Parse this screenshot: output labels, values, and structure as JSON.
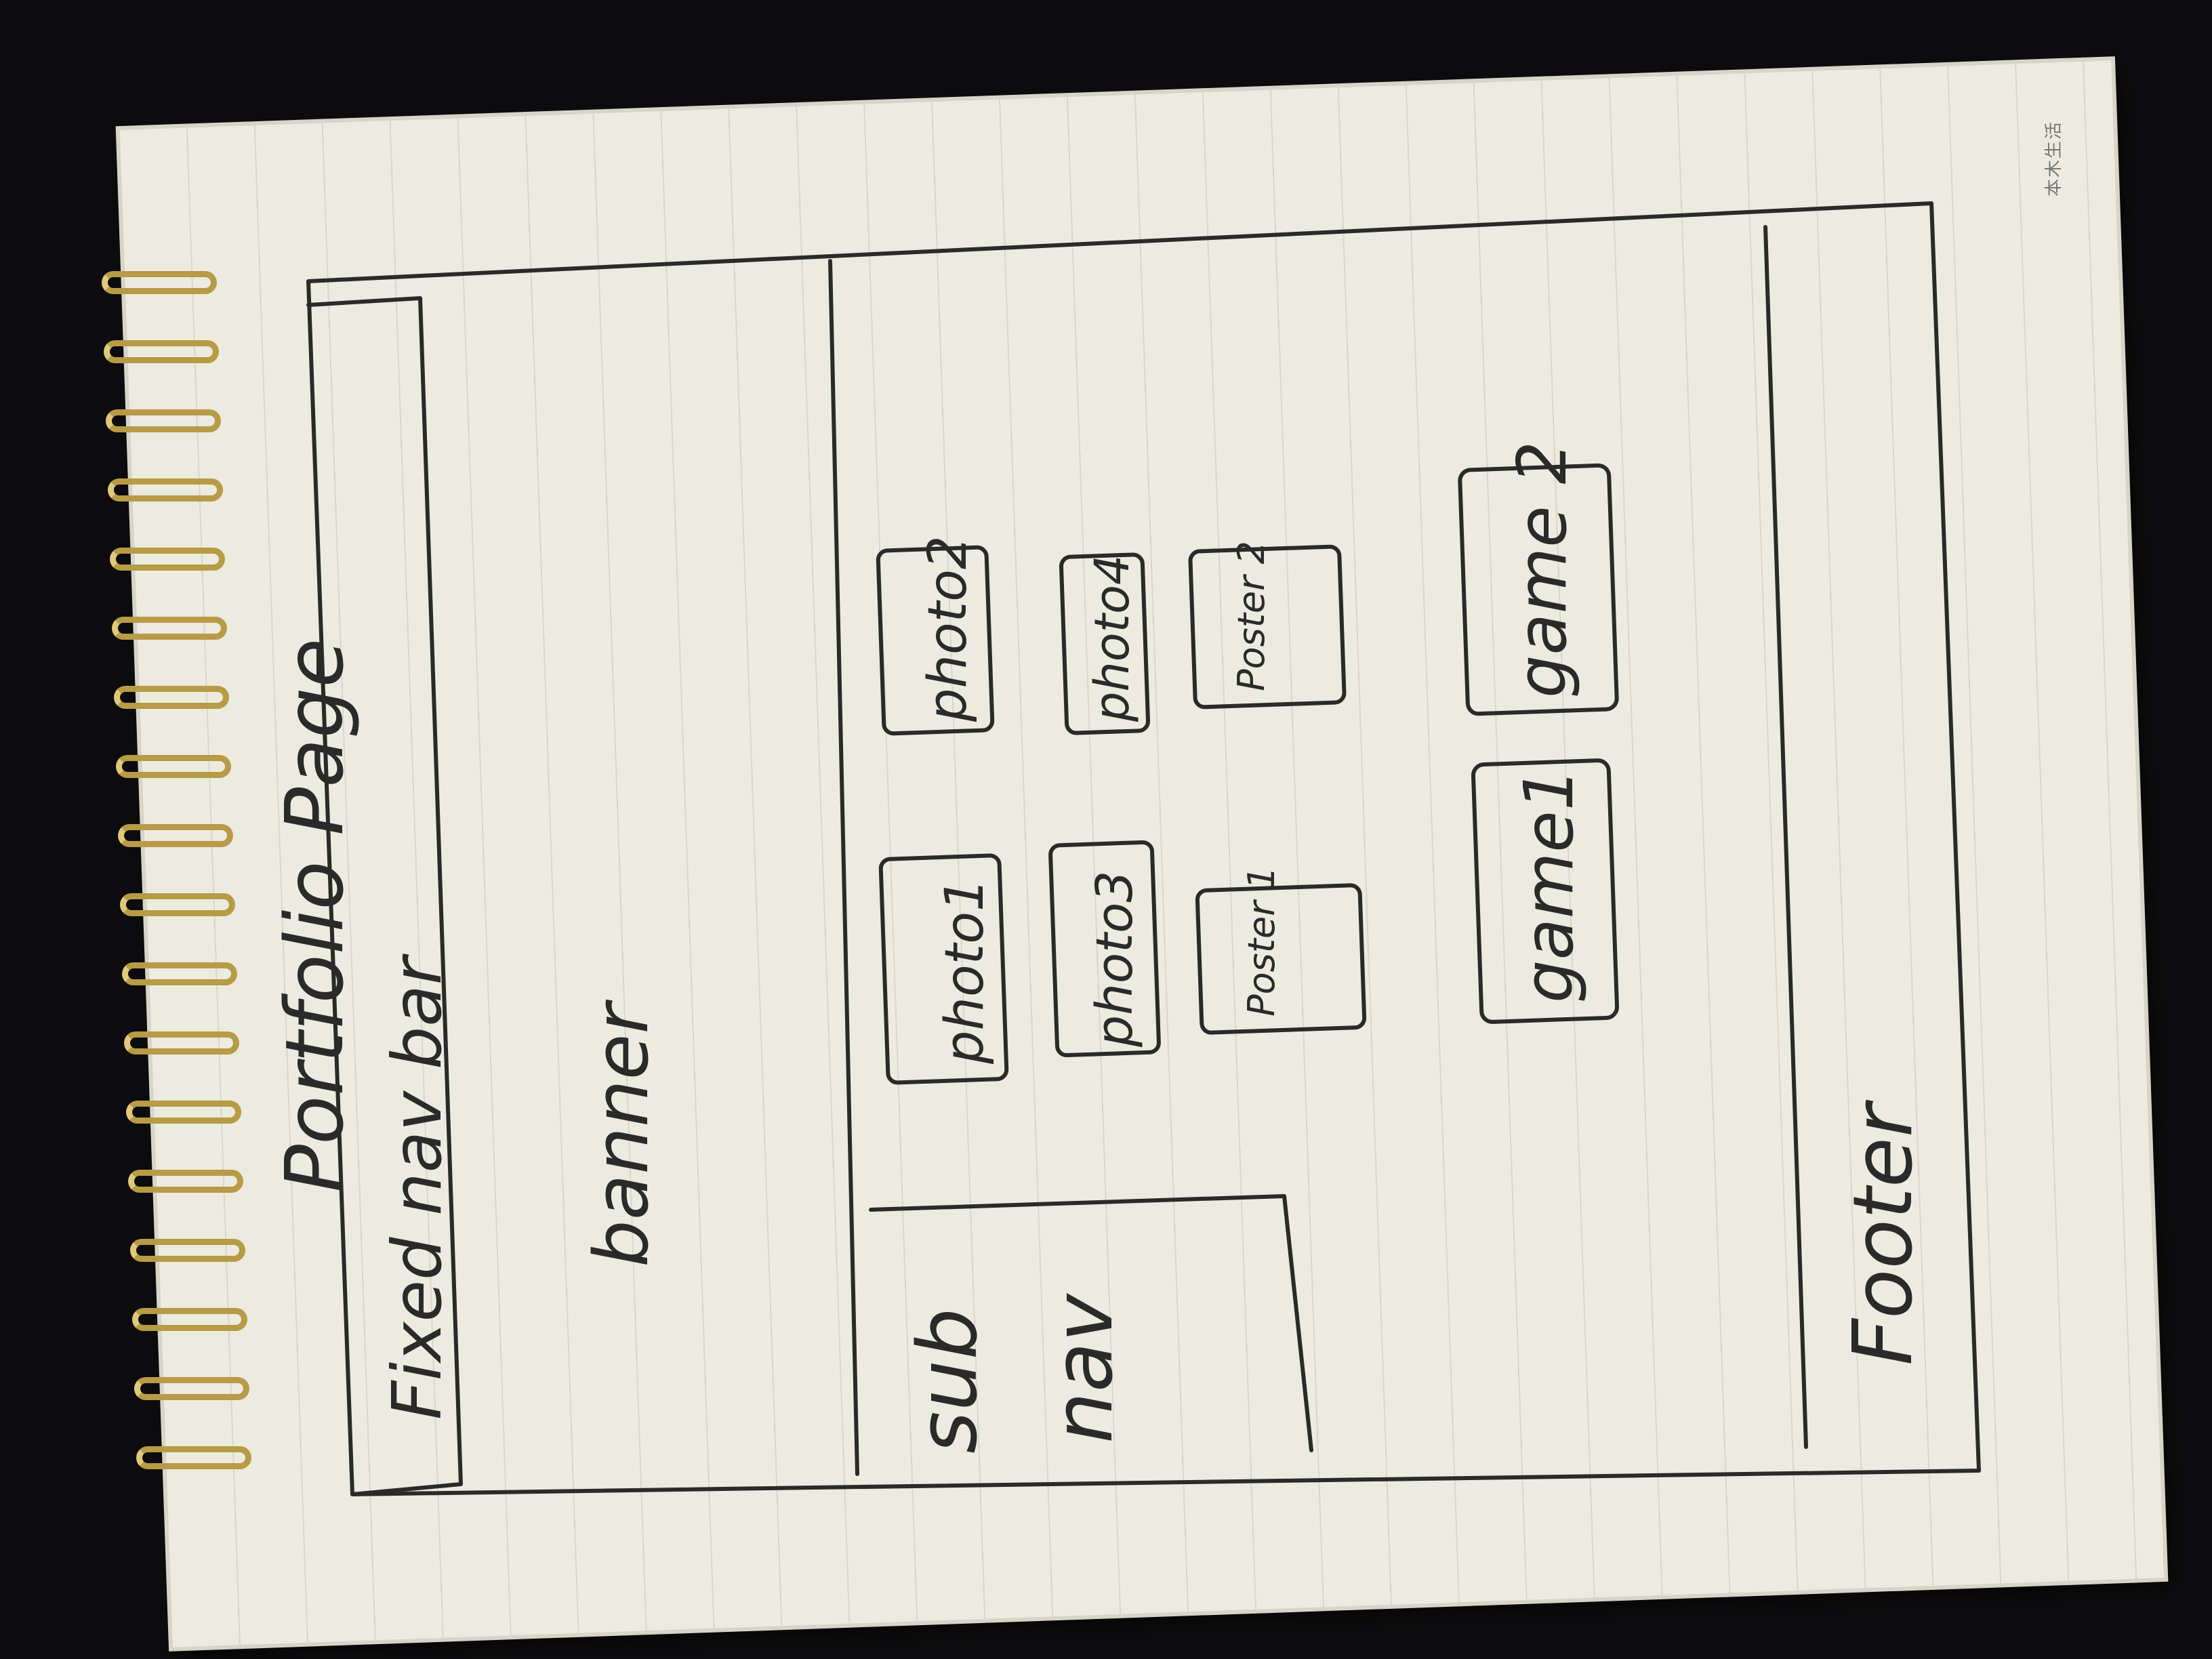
{
  "title": "Portfolio Page",
  "nav": {
    "label": "Fixed nav bar"
  },
  "banner": {
    "label": "banner"
  },
  "subnav": {
    "label_line1": "sub",
    "label_line2": "nav"
  },
  "tiles": {
    "photo1": "photo1",
    "photo2": "photo2",
    "photo3": "photo3",
    "photo4": "photo4",
    "poster1": "Poster 1",
    "poster2": "Poster 2",
    "game1": "game1",
    "game2": "game 2"
  },
  "footer": {
    "label": "Footer"
  },
  "brand_mark": "本木生活",
  "colors": {
    "ink": "#2a2a2a",
    "paper": "#ecebdf",
    "ring": "#b79b45",
    "background": "#0d0d0f"
  }
}
